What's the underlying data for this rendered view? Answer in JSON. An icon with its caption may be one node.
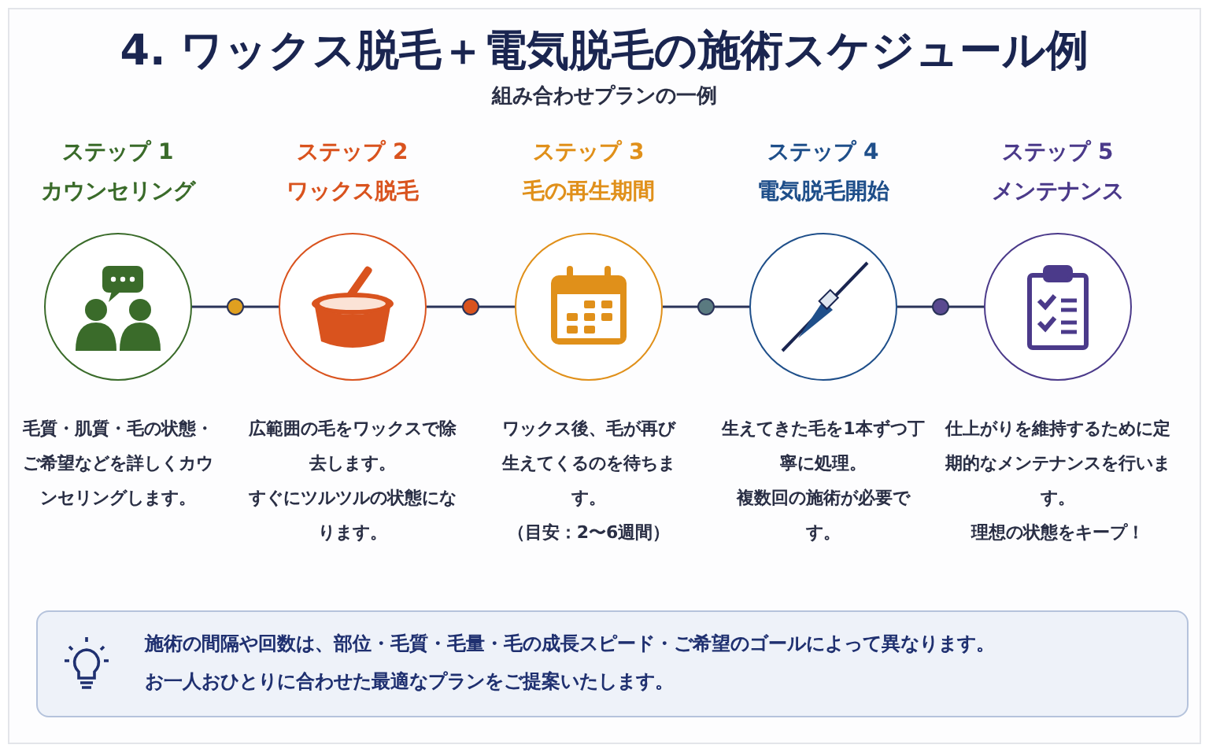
{
  "diagram": {
    "title": "4. ワックス脱毛＋電気脱毛の施術スケジュール例",
    "nodes": [
      {
        "text": [
          "ステップ 1",
          "カウンセリング"
        ],
        "beside": [
          "毛質・肌質・毛の状態・ご希望などを詳しくカウンセリングします。"
        ]
      },
      {
        "text": [
          "ステップ 2",
          "ワックス脱毛"
        ],
        "beside": [
          "広範囲の毛をワックスで除去します。",
          "すぐにツルツルの状態になります。"
        ]
      },
      {
        "text": [
          "ステップ 3",
          "毛の再生期間"
        ],
        "beside": [
          "ワックス後、毛が再び生えてくるのを待ちます。",
          "（目安：2〜6週間）"
        ]
      },
      {
        "text": [
          "ステップ 4",
          "電気脱毛開始"
        ],
        "beside": [
          "生えてきた毛を1本ずつ丁寧に処理。",
          "複数回の施術が必要です。"
        ]
      },
      {
        "text": [
          "ステップ 5",
          "メンテナンス"
        ],
        "beside": [
          "仕上がりを維持するために定期的なメンテナンスを行います。",
          "理想の状態をキープ！"
        ]
      },
      {
        "text": [
          "施術の間隔や回数は、部位・毛質・毛量・毛の成長スピード・ご希望のゴールによって異なります。",
          "お一人おひとりに合わせた最適なプランをご提案いたします。"
        ]
      }
    ],
    "edges": [
      {
        "from": 0,
        "to": 1,
        "arrow": "none"
      },
      {
        "from": 1,
        "to": 2,
        "arrow": "none"
      },
      {
        "from": 2,
        "to": 3,
        "arrow": "none"
      },
      {
        "from": 3,
        "to": 4,
        "arrow": "none"
      }
    ],
    "labels": [
      "組み合わせプランの一例"
    ]
  }
}
